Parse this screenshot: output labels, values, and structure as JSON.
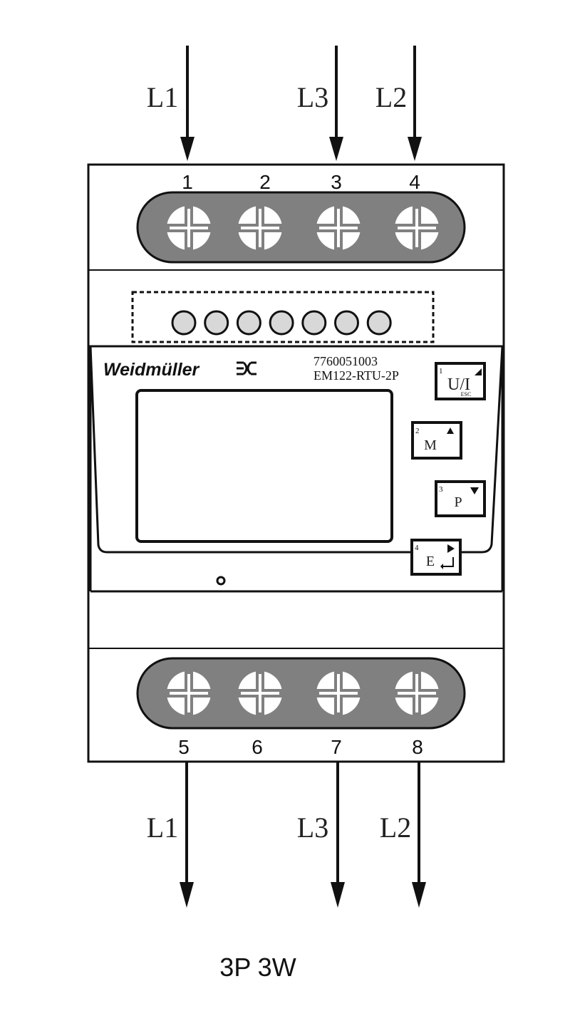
{
  "top_lines": [
    {
      "label": "L1",
      "terminal": "1"
    },
    {
      "label": "L3",
      "terminal": "3"
    },
    {
      "label": "L2",
      "terminal": "4"
    }
  ],
  "bottom_lines": [
    {
      "label": "L1",
      "terminal": "5"
    },
    {
      "label": "L3",
      "terminal": "7"
    },
    {
      "label": "L2",
      "terminal": "8"
    }
  ],
  "top_terminals": [
    "1",
    "2",
    "3",
    "4"
  ],
  "bottom_terminals": [
    "5",
    "6",
    "7",
    "8"
  ],
  "device": {
    "brand": "Weidmüller",
    "part_number": "7760051003",
    "model": "EM122-RTU-2P",
    "indicator_count": 7
  },
  "buttons": [
    {
      "index": "1",
      "label": "U/I",
      "sub": "ESC",
      "arrow": "◢"
    },
    {
      "index": "2",
      "label": "M",
      "arrow": "▲"
    },
    {
      "index": "3",
      "label": "P",
      "arrow": "▼"
    },
    {
      "index": "4",
      "label": "E",
      "arrow": "▶",
      "sub": "↵"
    }
  ],
  "caption": "3P 3W",
  "colors": {
    "terminal_strip": "#808080",
    "indicator": "#d8d8d8",
    "line": "#111111"
  }
}
